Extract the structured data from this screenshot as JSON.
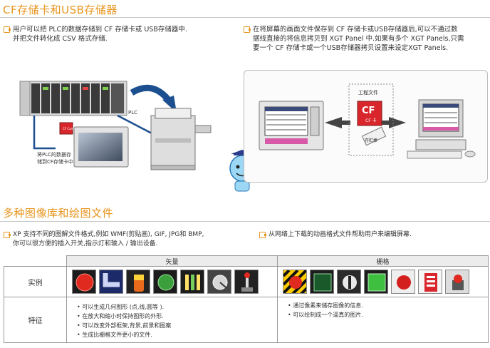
{
  "section1": {
    "title": "CF存储卡和USB存储器",
    "left_text": [
      "用户可以把 PLC的数据存储到 CF 存储卡或 USB存储器中.",
      "并把文件转化成 CSV 格式存储."
    ],
    "right_text": [
      "在将屏幕的画面文件保存到 CF 存储卡或USB存储器后,可以不通过数",
      "据线直接的将信息拷贝到 XGT Panel 中.如果有多个 XGT Panels,只需",
      "要一个 CF 存储卡或一个USB存储器拷贝设置来设定XGT Panels."
    ],
    "plc_label": "PLC",
    "store_label": [
      "将PLC的数据存",
      "储到CF存储卡中"
    ],
    "project_label": "工程文件",
    "cf_label": "CF",
    "cf_sub": "CF 卡",
    "usb_label": "存贮棒",
    "cf_card_small": "CF Card"
  },
  "section2": {
    "title": "多种图像库和绘图文件",
    "left_text": [
      "XP 支持不同的图解文件格式,例如 WMF(剪贴画), GIF, JPG和  BMP,",
      "你可以很方便的插入开关,指示灯和输入 / 输出设备."
    ],
    "right_text": [
      "从网络上下载的动画格式文件帮助用户来编辑屏幕."
    ]
  },
  "table": {
    "col_vector": "矢量",
    "col_raster": "栅格",
    "row_example": "实例",
    "row_feature": "特征",
    "vector_features": [
      "可以生成几何图形 (点,线,圆等 ).",
      "在放大和缩小时保持图形的外形.",
      "可以改变外部框架,背景,前景和图案",
      "生成比栅格文件更小的文件."
    ],
    "raster_features": [
      "通过像素来储存图像的信息.",
      "可以绘制成一个逼真的图片."
    ]
  },
  "colors": {
    "accent": "#e8951e",
    "cf_red": "#d8262c"
  }
}
